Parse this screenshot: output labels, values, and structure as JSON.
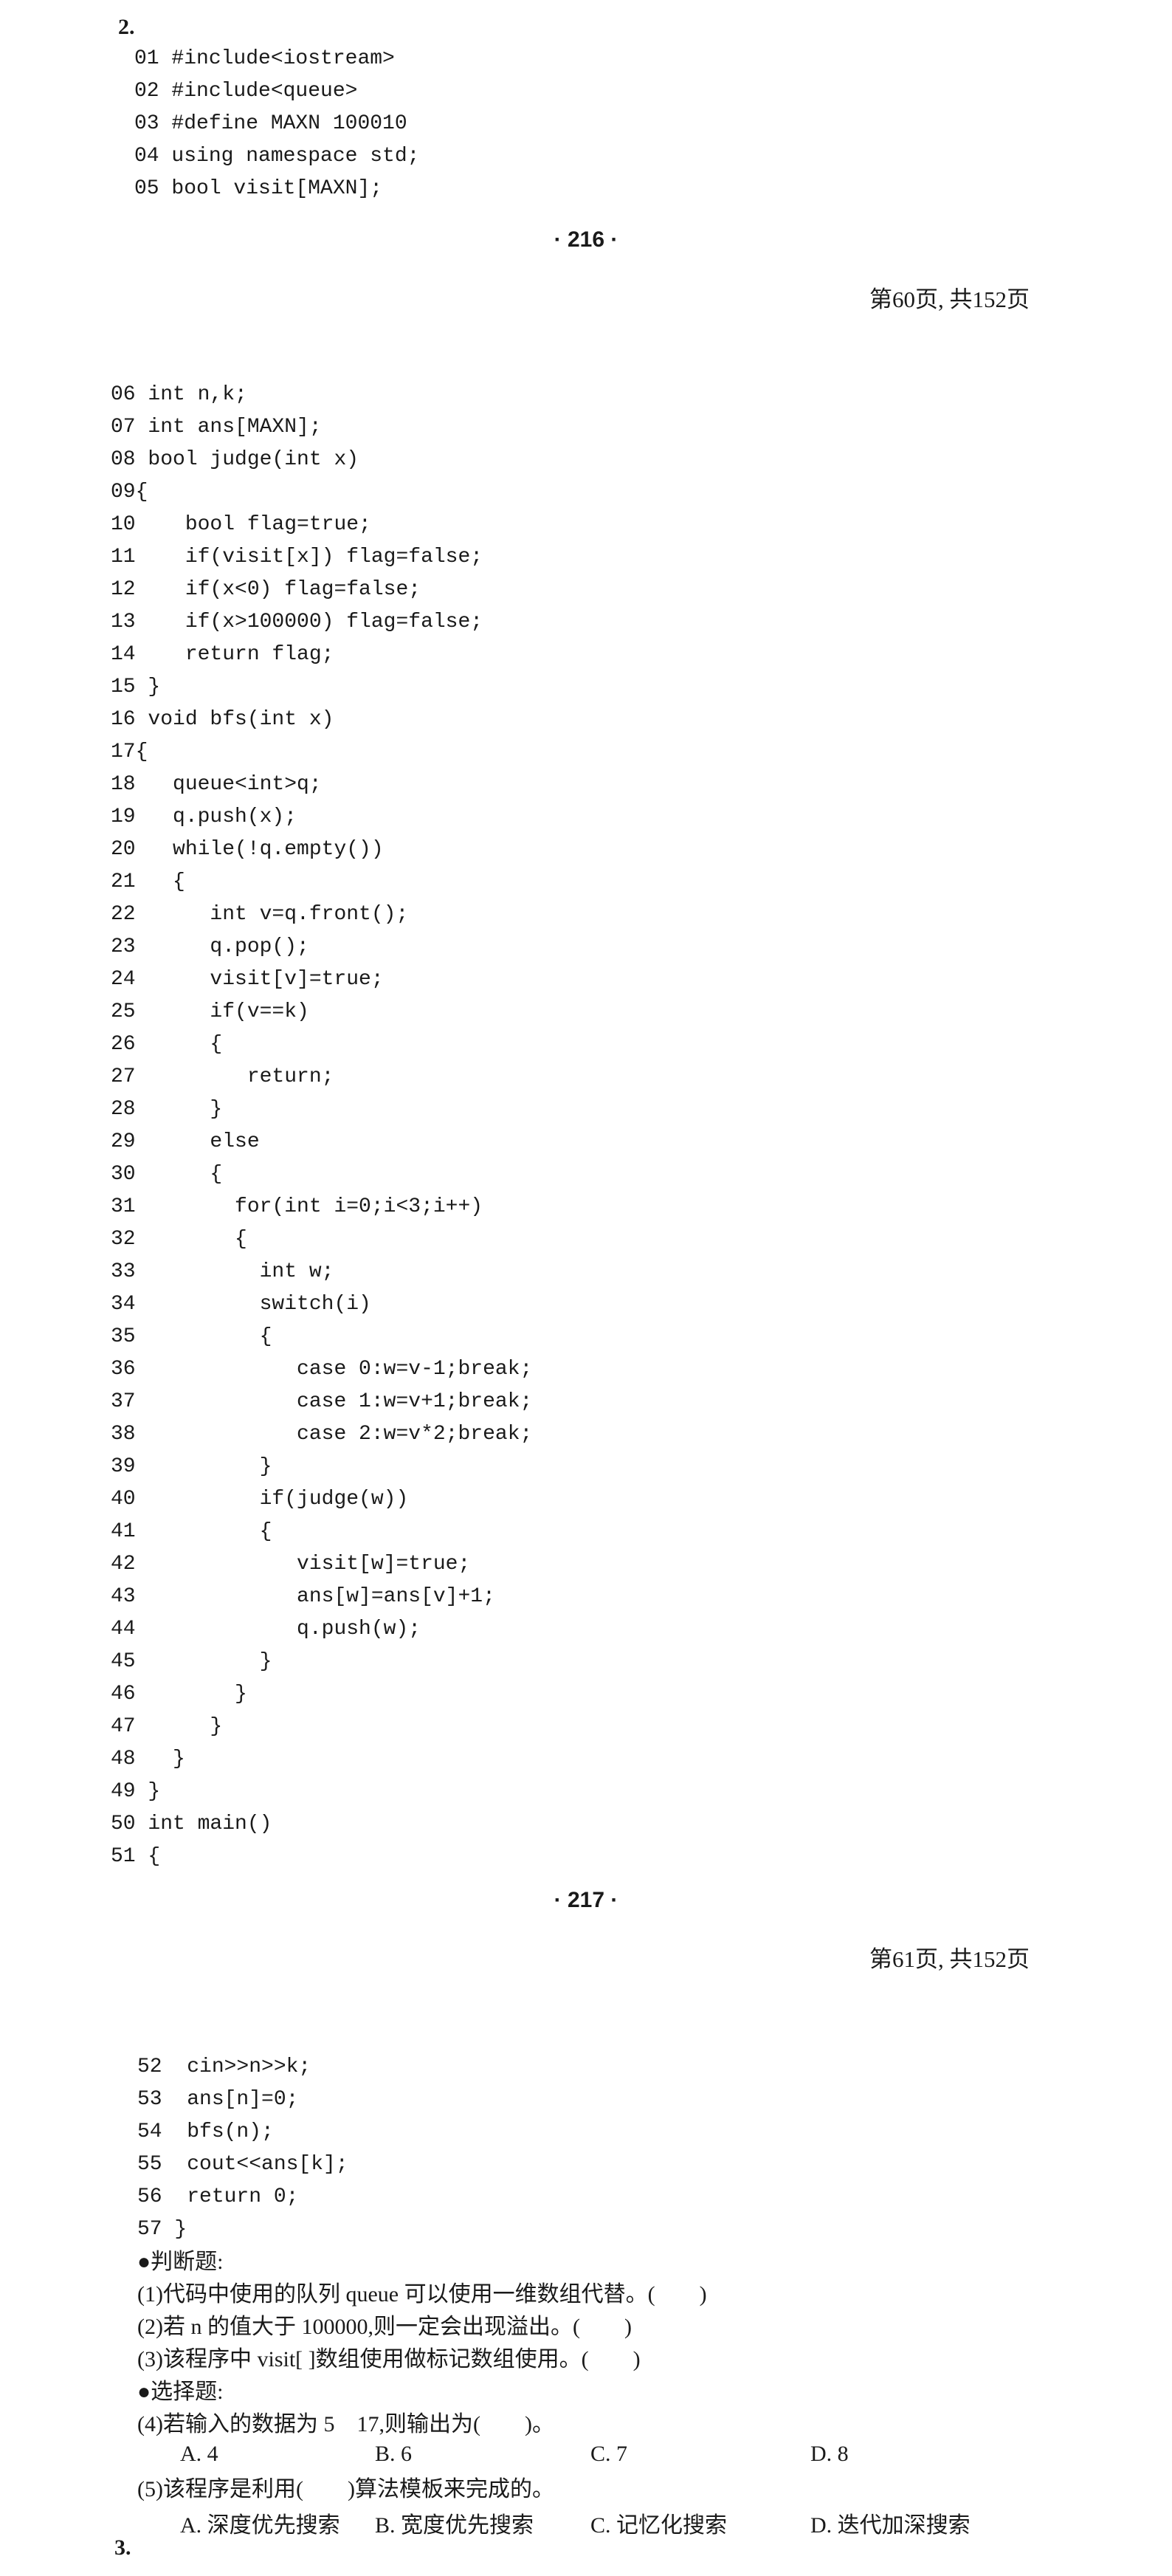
{
  "section2": {
    "number": "2."
  },
  "section3": {
    "number": "3."
  },
  "pages": [
    {
      "marker": "· 216 ·",
      "count": "第60页, 共152页"
    },
    {
      "marker": "· 217 ·",
      "count": "第61页, 共152页"
    }
  ],
  "code_block1": [
    "01 #include<iostream>",
    "02 #include<queue>",
    "03 #define MAXN 100010",
    "04 using namespace std;",
    "05 bool visit[MAXN];"
  ],
  "code_block2": [
    "06 int n,k;",
    "07 int ans[MAXN];",
    "08 bool judge(int x)",
    "09{",
    "10    bool flag=true;",
    "11    if(visit[x]) flag=false;",
    "12    if(x<0) flag=false;",
    "13    if(x>100000) flag=false;",
    "14    return flag;",
    "15 }",
    "16 void bfs(int x)",
    "17{",
    "18   queue<int>q;",
    "19   q.push(x);",
    "20   while(!q.empty())",
    "21   {",
    "22      int v=q.front();",
    "23      q.pop();",
    "24      visit[v]=true;",
    "25      if(v==k)",
    "26      {",
    "27         return;",
    "28      }",
    "29      else",
    "30      {",
    "31        for(int i=0;i<3;i++)",
    "32        {",
    "33          int w;",
    "34          switch(i)",
    "35          {",
    "36             case 0:w=v-1;break;",
    "37             case 1:w=v+1;break;",
    "38             case 2:w=v*2;break;",
    "39          }",
    "40          if(judge(w))",
    "41          {",
    "42             visit[w]=true;",
    "43             ans[w]=ans[v]+1;",
    "44             q.push(w);",
    "45          }",
    "46        }",
    "47      }",
    "48   }",
    "49 }",
    "50 int main()",
    "51 {"
  ],
  "code_block3": [
    "52  cin>>n>>k;",
    "53  ans[n]=0;",
    "54  bfs(n);",
    "55  cout<<ans[k];",
    "56  return 0;",
    "57 }"
  ],
  "questions": {
    "tf_header": "●判断题:",
    "tf": [
      "(1)代码中使用的队列 queue 可以使用一维数组代替。(        )",
      "(2)若 n 的值大于 100000,则一定会出现溢出。(        )",
      "(3)该程序中 visit[ ]数组使用做标记数组使用。(        )"
    ],
    "mc_header": "●选择题:",
    "q4": {
      "stem": "(4)若输入的数据为 5    17,则输出为(        )。",
      "options": [
        "A. 4",
        "B. 6",
        "C. 7",
        "D. 8"
      ]
    },
    "q5": {
      "stem": "(5)该程序是利用(        )算法模板来完成的。",
      "options": [
        "A. 深度优先搜索",
        "B. 宽度优先搜索",
        "C. 记忆化搜索",
        "D. 迭代加深搜索"
      ]
    }
  }
}
